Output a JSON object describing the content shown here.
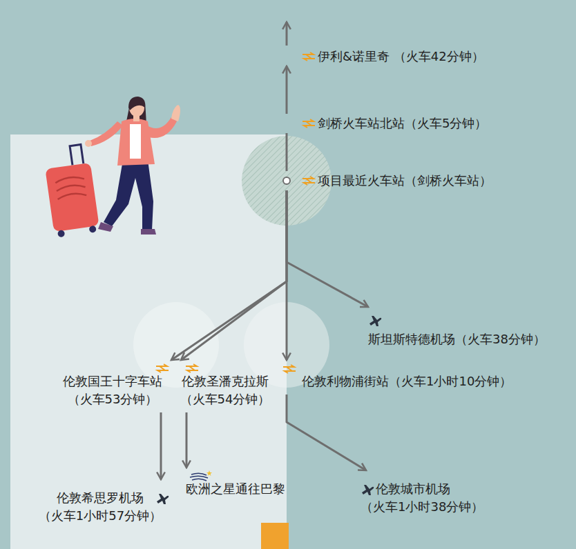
{
  "diagram": {
    "nodes": [
      {
        "text": [
          "伊利&诺里奇 （火车42分钟）"
        ]
      },
      {
        "text": [
          "剑桥火车站北站（火车5分钟）"
        ]
      },
      {
        "text": [
          "项目最近火车站（剑桥火车站）"
        ]
      },
      {
        "text": [
          "斯坦斯特德机场（火车38分钟）"
        ]
      },
      {
        "text": [
          "伦敦国王十字车站",
          "（火车53分钟）"
        ]
      },
      {
        "text": [
          "伦敦圣潘克拉斯",
          "（火车54分钟）"
        ]
      },
      {
        "text": [
          "伦敦利物浦街站（火车1小时10分钟）"
        ]
      },
      {
        "text": [
          "伦敦希思罗机场",
          "（火车1小时57分钟）"
        ]
      },
      {
        "text": [
          "欧洲之星通往巴黎"
        ]
      },
      {
        "text": [
          "伦敦城市机场",
          "（火车1小时38分钟）"
        ]
      }
    ],
    "edges": [
      {
        "from": 2,
        "to": 1,
        "arrow": "none"
      },
      {
        "from": 1,
        "to": 0,
        "arrow": "to"
      },
      {
        "from": 2,
        "to": 3,
        "arrow": "to"
      },
      {
        "from": 2,
        "to": 4,
        "arrow": "to"
      },
      {
        "from": 2,
        "to": 5,
        "arrow": "to"
      },
      {
        "from": 2,
        "to": 6,
        "arrow": "to"
      },
      {
        "from": 4,
        "to": 7,
        "arrow": "to"
      },
      {
        "from": 5,
        "to": 8,
        "arrow": "to"
      },
      {
        "from": 6,
        "to": 9,
        "arrow": "to"
      }
    ]
  }
}
